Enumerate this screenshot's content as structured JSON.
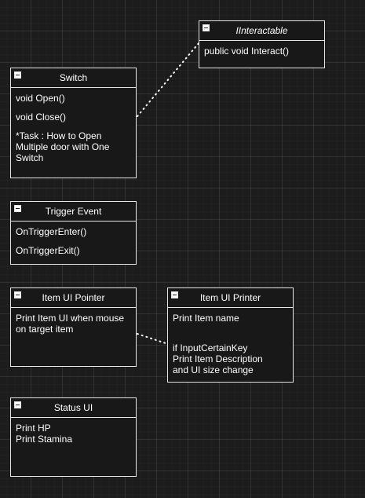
{
  "diagram": {
    "classes": [
      {
        "id": "iinteractable",
        "title": "IInteractable",
        "members": [
          "public void Interact()"
        ]
      },
      {
        "id": "switch",
        "title": "Switch",
        "members": [
          "void Open()",
          "void Close()",
          "*Task : How to Open\nMultiple door with One\nSwitch"
        ]
      },
      {
        "id": "trigger-event",
        "title": "Trigger Event",
        "members": [
          "OnTriggerEnter()",
          "OnTriggerExit()"
        ]
      },
      {
        "id": "item-ui-pointer",
        "title": "Item UI Pointer",
        "members": [
          "Print Item UI when mouse\non target item"
        ]
      },
      {
        "id": "item-ui-printer",
        "title": "Item UI Printer",
        "members": [
          "Print Item name",
          "if InputCertainKey\nPrint Item Description\nand UI size change"
        ]
      },
      {
        "id": "status-ui",
        "title": "Status UI",
        "members": [
          "Print HP\nPrint Stamina"
        ]
      }
    ],
    "connectors": [
      {
        "from": "switch",
        "to": "iinteractable",
        "style": "dotted"
      },
      {
        "from": "item-ui-pointer",
        "to": "item-ui-printer",
        "style": "dotted"
      }
    ],
    "colors": {
      "background": "#1c1c1c",
      "grid": "#2e2e2e",
      "stroke": "#e6e6e6",
      "text": "#ffffff"
    }
  }
}
